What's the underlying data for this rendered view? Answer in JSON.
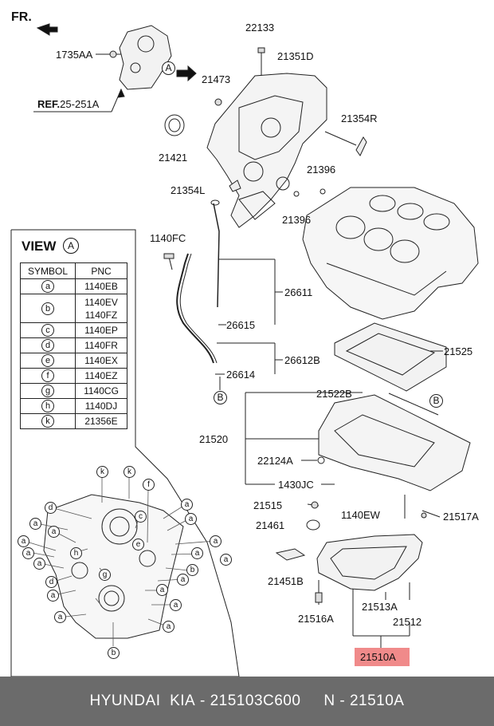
{
  "orientation": {
    "text": "FR."
  },
  "ref": {
    "prefix": "REF.",
    "number": "25-251A"
  },
  "part_labels": {
    "p1735AA": "1735AA",
    "p22133": "22133",
    "p21351D": "21351D",
    "p21473": "21473",
    "p21421": "21421",
    "p21354R": "21354R",
    "p21396a": "21396",
    "p21354L": "21354L",
    "p21396b": "21396",
    "p1140FC": "1140FC",
    "p26611": "26611",
    "p26615": "26615",
    "p26612B": "26612B",
    "p26614": "26614",
    "p21525": "21525",
    "p21522B": "21522B",
    "p21520": "21520",
    "p22124A": "22124A",
    "p1430JC": "1430JC",
    "p21515": "21515",
    "p1140EW": "1140EW",
    "p21517A": "21517A",
    "p21461": "21461",
    "p21451B": "21451B",
    "p21513A": "21513A",
    "p21516A": "21516A",
    "p21512": "21512",
    "p21510A": "21510A"
  },
  "view_refs": {
    "a": "A",
    "b": "B"
  },
  "view_panel": {
    "title": "VIEW",
    "marker": "A",
    "headers": {
      "symbol": "SYMBOL",
      "pnc": "PNC"
    },
    "rows": [
      {
        "symbol": "a",
        "pnc": "1140EB"
      },
      {
        "symbol": "b",
        "pnc": "1140EV\n1140FZ"
      },
      {
        "symbol": "c",
        "pnc": "1140EP"
      },
      {
        "symbol": "d",
        "pnc": "1140FR"
      },
      {
        "symbol": "e",
        "pnc": "1140EX"
      },
      {
        "symbol": "f",
        "pnc": "1140EZ"
      },
      {
        "symbol": "g",
        "pnc": "1140CG"
      },
      {
        "symbol": "h",
        "pnc": "1140DJ"
      },
      {
        "symbol": "k",
        "pnc": "21356E"
      }
    ]
  },
  "footer": {
    "brand": "HYUNDAI  KIA",
    "sep1": " - ",
    "part_number": "215103C600",
    "gap": "     ",
    "pnc_prefix": "N",
    "sep2": " - ",
    "pnc": "21510A"
  },
  "colors": {
    "highlight": "#f08a8a",
    "footer_bg": "#6b6b6b"
  }
}
